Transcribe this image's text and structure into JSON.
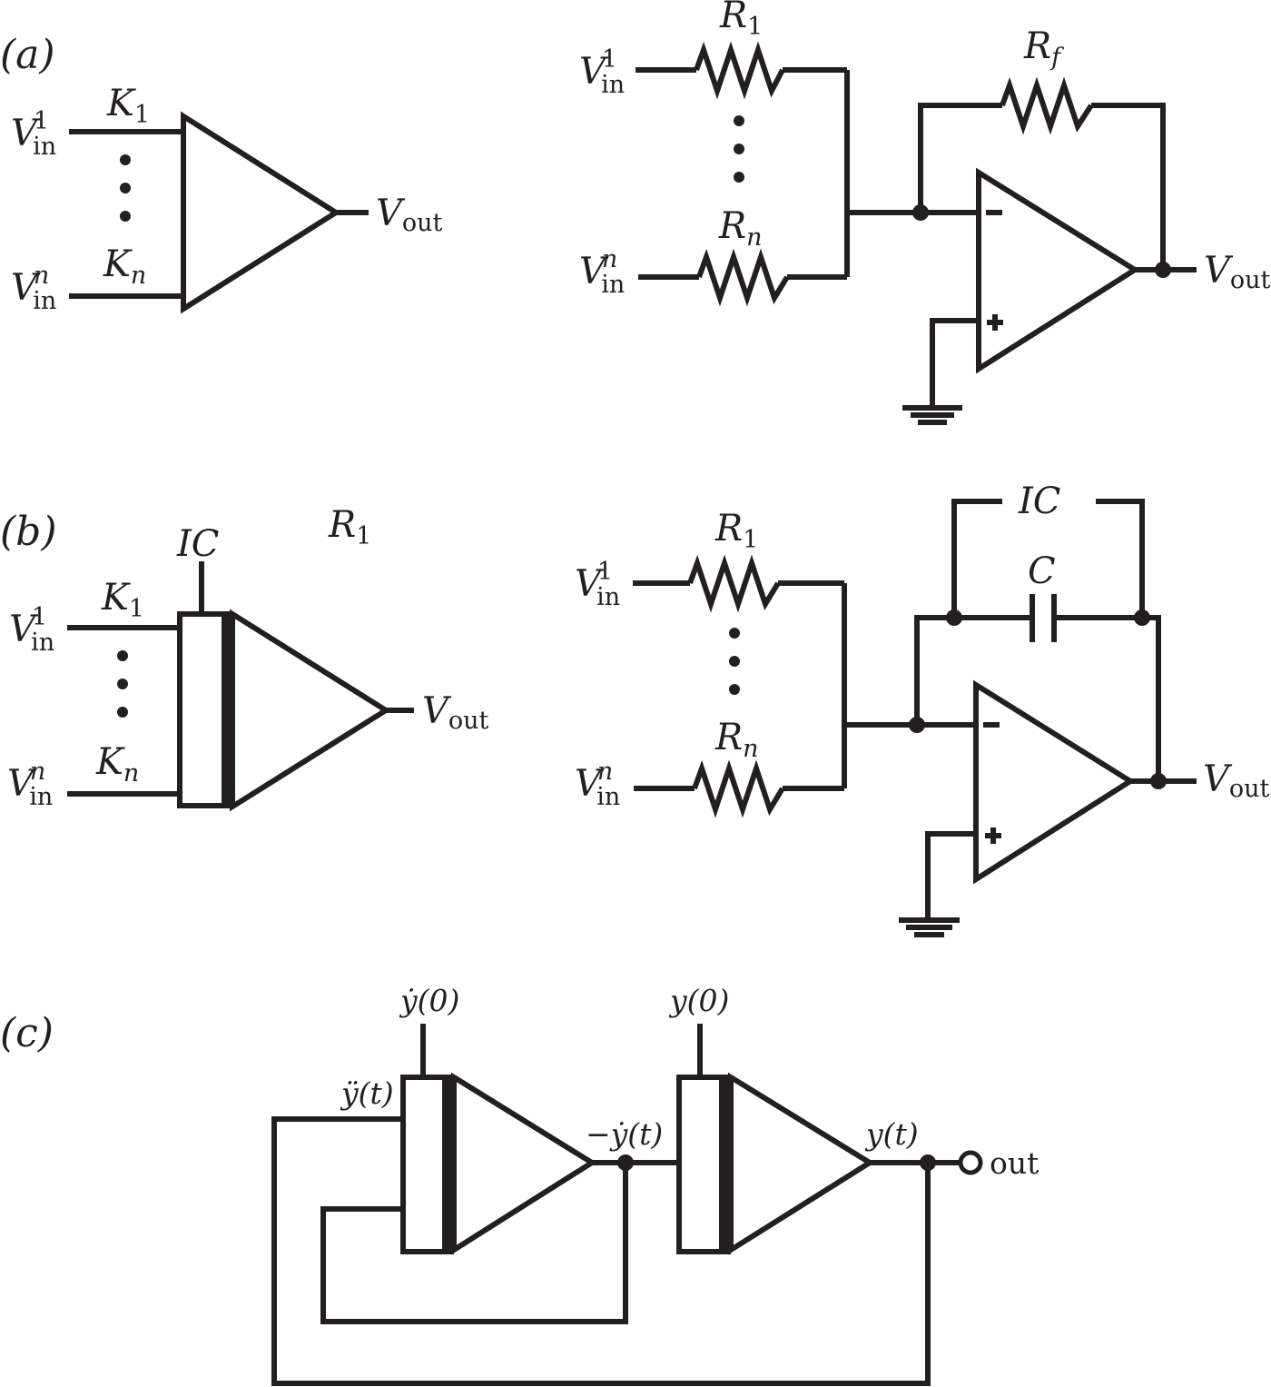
{
  "panels": {
    "a": {
      "tag": "(a)",
      "block": {
        "in1": {
          "base": "V",
          "sub": "in",
          "sup": "1"
        },
        "inn": {
          "base": "V",
          "sub": "in",
          "sup": "n"
        },
        "k1": {
          "base": "K",
          "sub": "1"
        },
        "kn": {
          "base": "K",
          "sub": "n"
        },
        "out": {
          "base": "V",
          "sub": "out"
        }
      },
      "circuit": {
        "in1": {
          "base": "V",
          "sub": "in",
          "sup": "1"
        },
        "inn": {
          "base": "V",
          "sub": "in",
          "sup": "n"
        },
        "r1": {
          "base": "R",
          "sub": "1"
        },
        "rn": {
          "base": "R",
          "sub": "n"
        },
        "rf": {
          "base": "R",
          "sub": "f"
        },
        "out": {
          "base": "V",
          "sub": "out"
        }
      }
    },
    "b": {
      "tag": "(b)",
      "block": {
        "ic": "IC",
        "in1": {
          "base": "V",
          "sub": "in",
          "sup": "1"
        },
        "inn": {
          "base": "V",
          "sub": "in",
          "sup": "n"
        },
        "k1": {
          "base": "K",
          "sub": "1"
        },
        "kn": {
          "base": "K",
          "sub": "n"
        },
        "out": {
          "base": "V",
          "sub": "out"
        }
      },
      "stray": {
        "base": "R",
        "sub": "1"
      },
      "circuit": {
        "ic": "IC",
        "cap": "C",
        "in1": {
          "base": "V",
          "sub": "in",
          "sup": "1"
        },
        "inn": {
          "base": "V",
          "sub": "in",
          "sup": "n"
        },
        "r1": {
          "base": "R",
          "sub": "1"
        },
        "rn": {
          "base": "R",
          "sub": "n"
        },
        "out": {
          "base": "V",
          "sub": "out"
        }
      }
    },
    "c": {
      "tag": "(c)",
      "ic1": "ẏ(0)",
      "ic2": "y(0)",
      "in": "ÿ(t)",
      "mid": "−ẏ(t)",
      "out_signal": "y(t)",
      "terminal": "out"
    }
  }
}
